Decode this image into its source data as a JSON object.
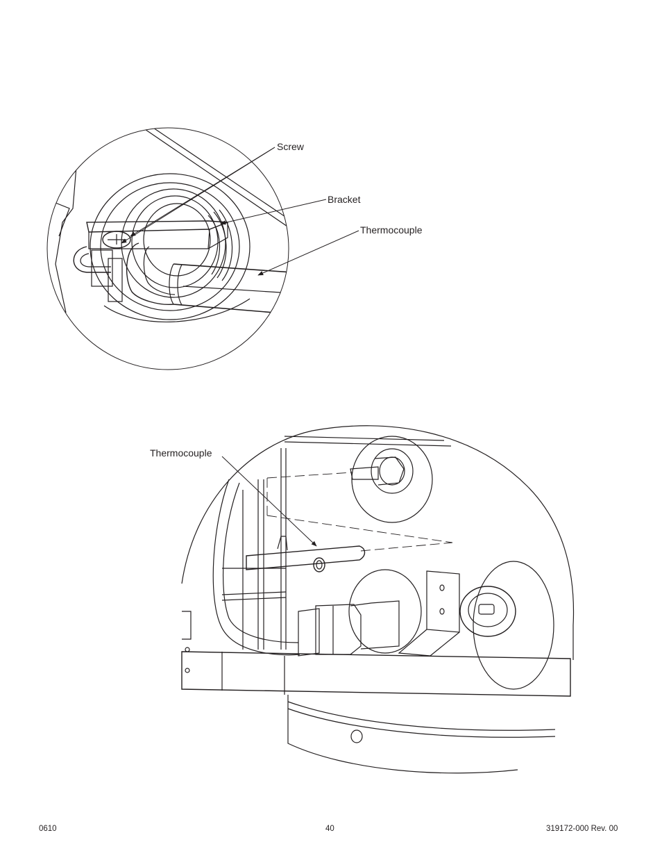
{
  "figure_top": {
    "callouts": {
      "screw": "Screw",
      "bracket": "Bracket",
      "thermocouple": "Thermocouple"
    }
  },
  "figure_bottom": {
    "callouts": {
      "thermocouple": "Thermocouple"
    }
  },
  "footer": {
    "date_code": "0610",
    "page_number": "40",
    "doc_number": "319172-000 Rev. 00"
  },
  "colors": {
    "ink": "#231f20",
    "paper": "#ffffff"
  }
}
